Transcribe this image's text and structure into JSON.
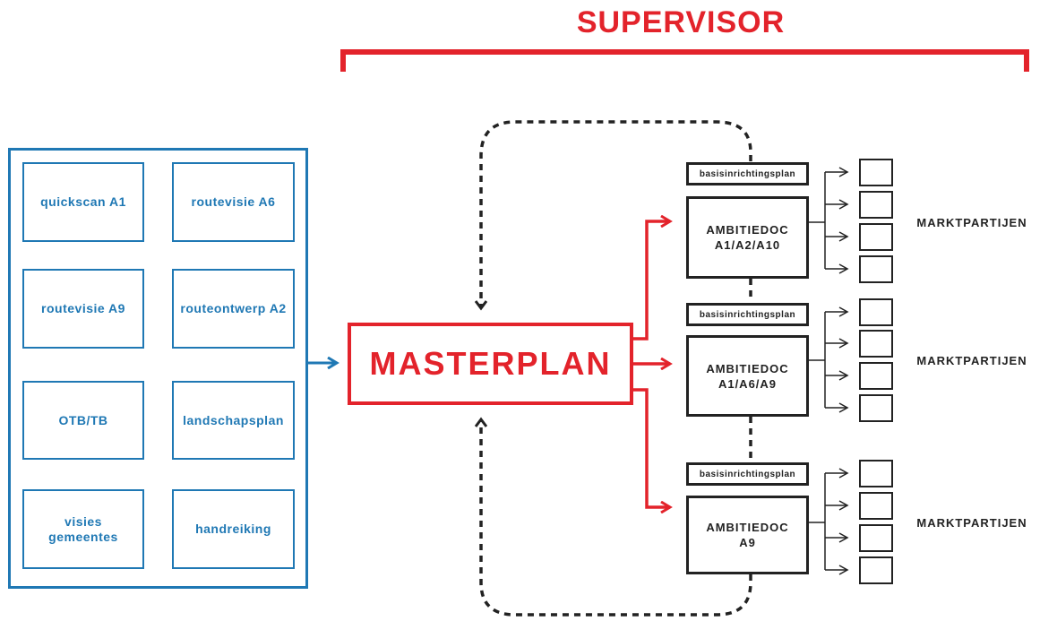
{
  "supervisor": {
    "label": "SUPERVISOR"
  },
  "inputs": [
    {
      "label": "quickscan A1"
    },
    {
      "label": "routevisie A6"
    },
    {
      "label": "routevisie A9"
    },
    {
      "label": "routeontwerp A2"
    },
    {
      "label": "OTB/TB"
    },
    {
      "label": "landschapsplan"
    },
    {
      "label": "visies\ngemeentes"
    },
    {
      "label": "handreiking"
    }
  ],
  "masterplan": {
    "label": "MASTERPLAN"
  },
  "groups": [
    {
      "plan_label": "basisinrichtingsplan",
      "amb_line1": "AMBITIEDOC",
      "amb_line2": "A1/A2/A10",
      "market_label": "MARKTPARTIJEN"
    },
    {
      "plan_label": "basisinrichtingsplan",
      "amb_line1": "AMBITIEDOC",
      "amb_line2": "A1/A6/A9",
      "market_label": "MARKTPARTIJEN"
    },
    {
      "plan_label": "basisinrichtingsplan",
      "amb_line1": "AMBITIEDOC",
      "amb_line2": "A9",
      "market_label": "MARKTPARTIJEN"
    }
  ],
  "colors": {
    "red": "#e3232b",
    "blue": "#1f78b4",
    "dark": "#222222"
  }
}
